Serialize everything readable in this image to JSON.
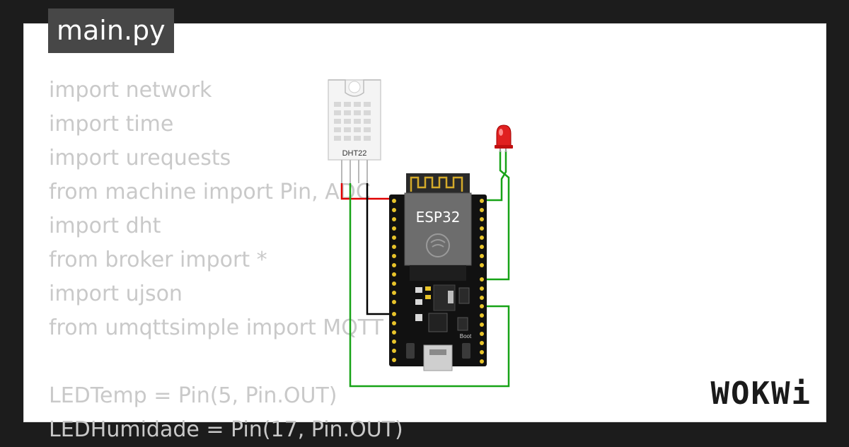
{
  "file_tab": {
    "label": "main.py"
  },
  "code_lines": [
    "import network",
    "import time",
    "import urequests",
    "from machine import Pin, ADC",
    "import dht",
    "from broker import *",
    "import ujson",
    "from umqttsimple import MQTT",
    "",
    "LEDTemp = Pin(5, Pin.OUT)",
    "LEDHumidade = Pin(17, Pin.OUT)"
  ],
  "diagram": {
    "sensor_label": "DHT22",
    "board_label": "ESP32",
    "boot_label": "Boot",
    "led_color": "#e02020",
    "wire_colors": {
      "power": "#e00000",
      "data": "#000000",
      "ground": "#17a317"
    }
  },
  "brand": {
    "logo_text": "WOKWi"
  },
  "colors": {
    "frame": "#1c1c1c",
    "tab_bg": "#474747",
    "code_text": "#c9c9c9"
  }
}
